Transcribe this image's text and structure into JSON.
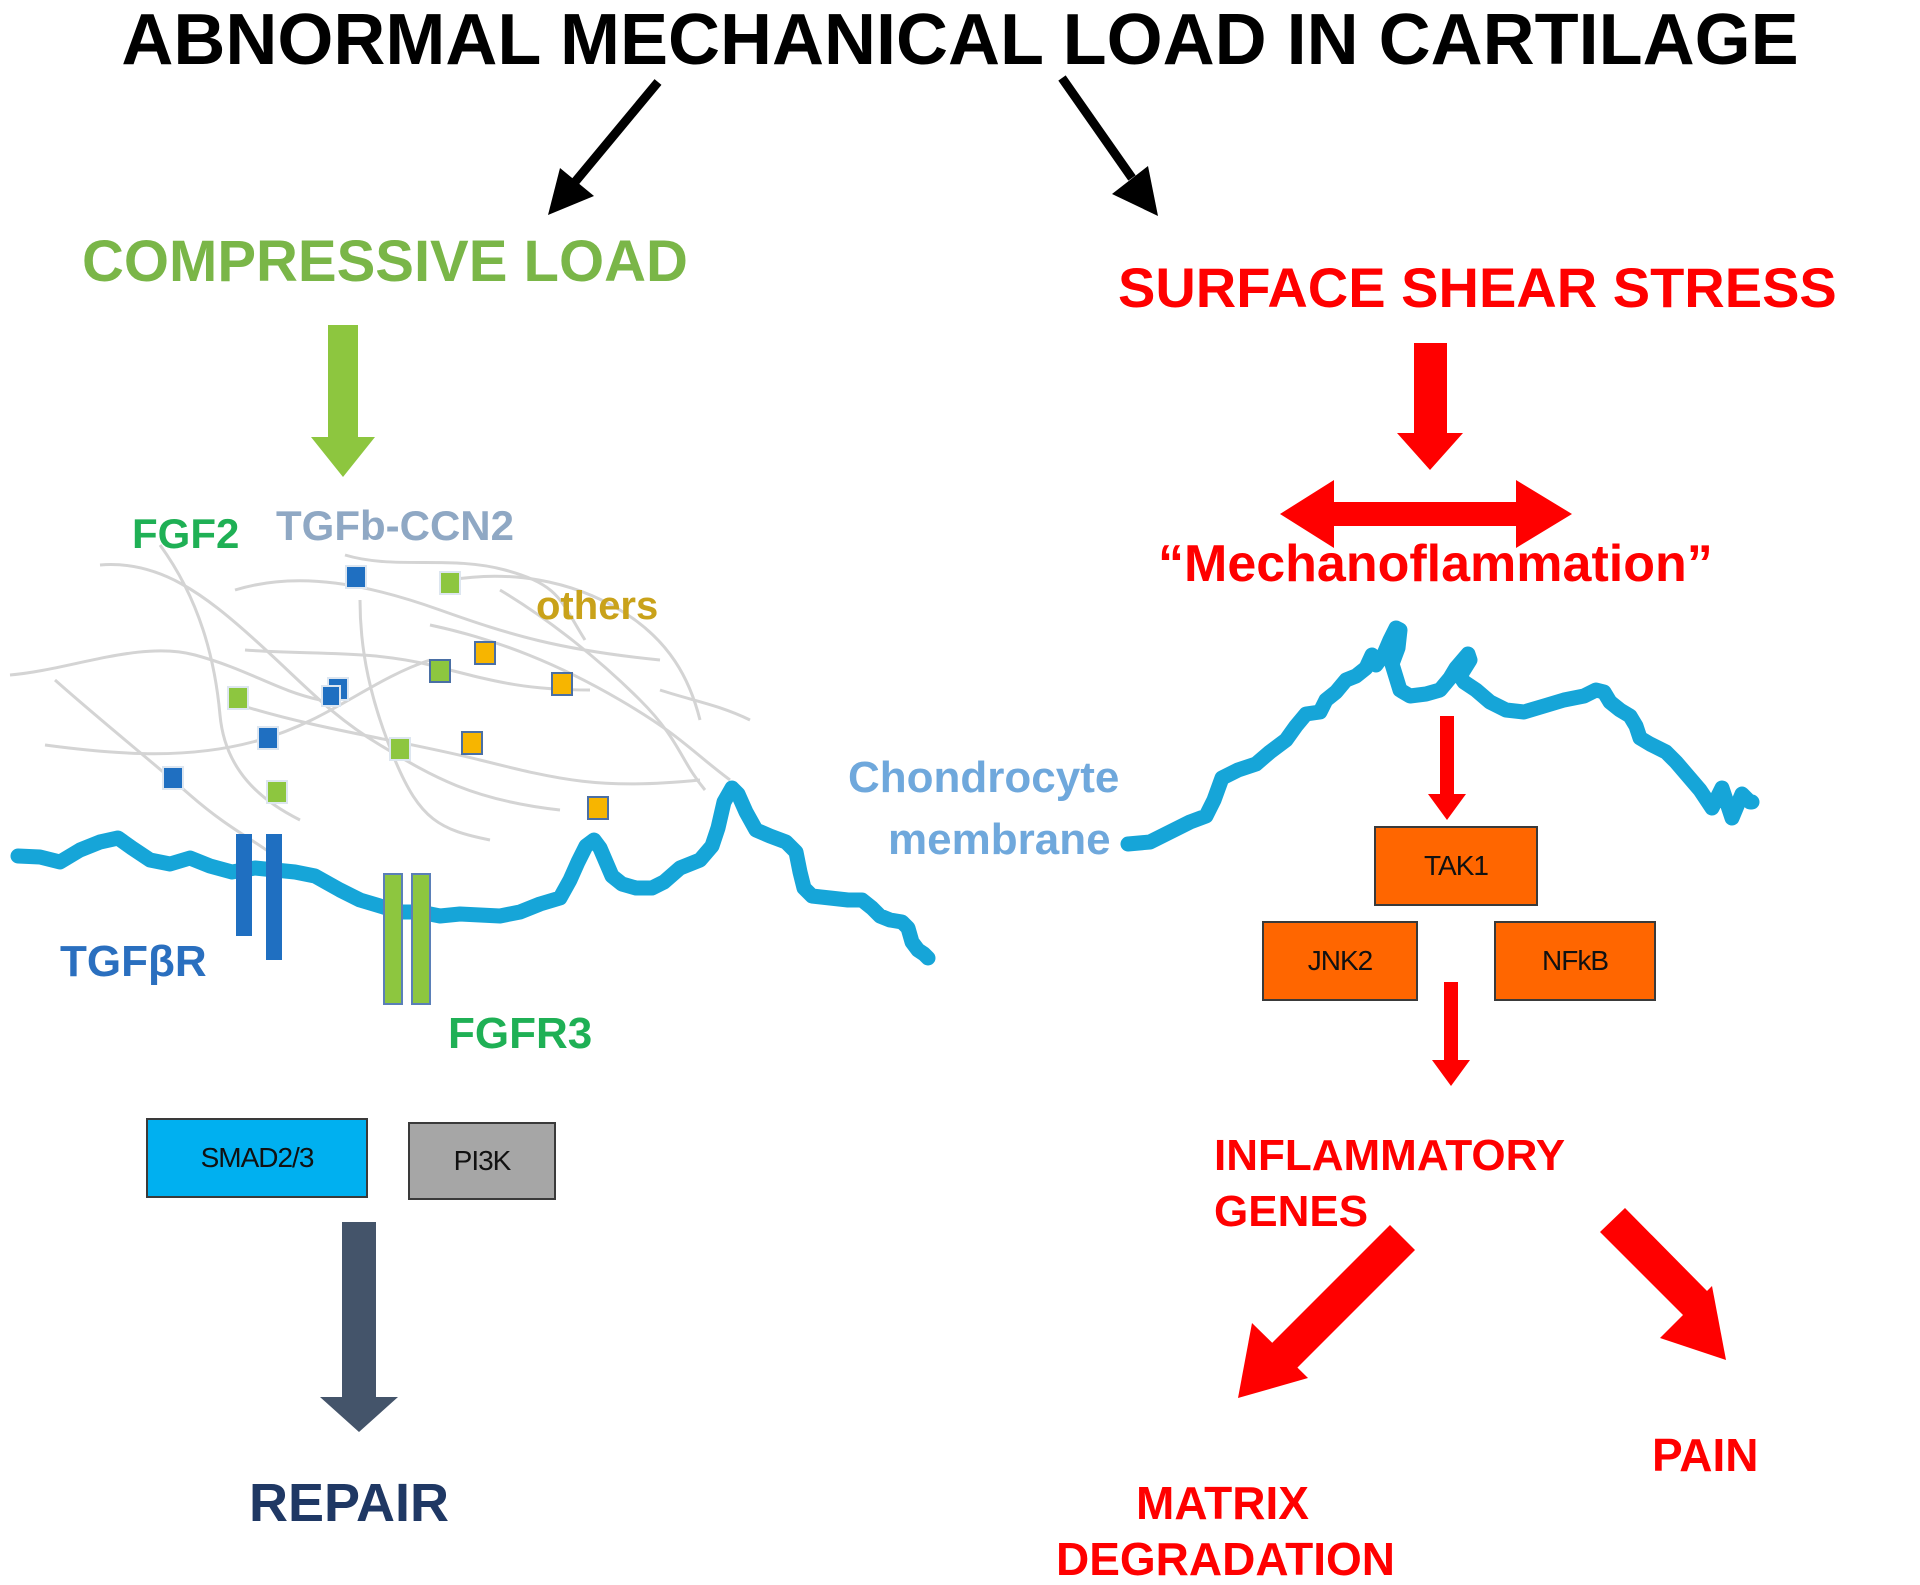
{
  "title": "ABNORMAL MECHANICAL LOAD IN CARTILAGE",
  "left": {
    "heading": "COMPRESSIVE LOAD",
    "factors": {
      "fgf2": "FGF2",
      "tgfb_ccn2": "TGFb-CCN2",
      "others": "others"
    },
    "receptors": {
      "tgfbr": "TGFβR",
      "fgfr3": "FGFR3"
    },
    "signals": {
      "smad": "SMAD2/3",
      "pi3k": "PI3K"
    },
    "outcome": "REPAIR"
  },
  "membrane_label_line1": "Chondrocyte",
  "membrane_label_line2": "membrane",
  "right": {
    "heading": "SURFACE SHEAR STRESS",
    "concept": "“Mechanoflammation”",
    "signals": {
      "tak1": "TAK1",
      "jnk2": "JNK2",
      "nfkb": "NFkB"
    },
    "genes_line1": "INFLAMMATORY",
    "genes_line2": "GENES",
    "outcome_matrix_line1": "MATRIX",
    "outcome_matrix_line2": "DEGRADATION",
    "outcome_pain": "PAIN"
  },
  "colors": {
    "title": "#000000",
    "compressive": "#7ab648",
    "compressive_arrow": "#8dc63f",
    "shear": "#ff0000",
    "membrane": "#16a5d8",
    "tgfb_square": "#1f6fc1",
    "fgf_square": "#8dc63f",
    "other_square": "#f7b500",
    "fgf2_label": "#1fb055",
    "tgfb_ccn2_label": "#8fa8c4",
    "others_label": "#c9a21a",
    "tgfbr_label": "#2a6fbf",
    "fgfr3_label": "#1fb055",
    "membrane_label": "#6fa8dc",
    "smad_box": "#00b0f0",
    "pi3k_box": "#a6a6a6",
    "orange_box": "#ff6600",
    "repair_arrow": "#44546a",
    "repair_text": "#1f3864"
  }
}
